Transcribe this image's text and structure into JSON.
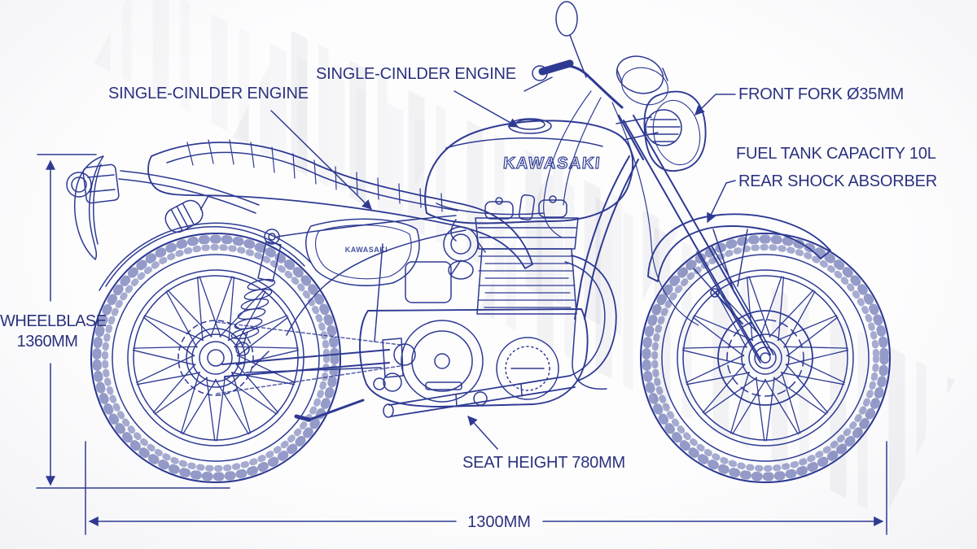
{
  "colors": {
    "line": "#2e3a92",
    "text": "#2b327e",
    "background": "#fbfbfd"
  },
  "logos": {
    "tank": "KAWASAKI",
    "side_cover": "KAWASAKI"
  },
  "callouts": {
    "engine_left": "SINGLE-CINLDER ENGINE",
    "engine_top": "SINGLE-CINLDER ENGINE",
    "front_fork": "FRONT FORK Ø35MM",
    "fuel_tank": "FUEL TANK CAPACITY 10L",
    "rear_shock": "REAR SHOCK ABSORBER",
    "seat_height": "SEAT HEIGHT 780MM"
  },
  "dimensions": {
    "wheelbase_line1": "WHEELBLASE",
    "wheelbase_line2": "1360MM",
    "overall_length": "1300MM"
  }
}
